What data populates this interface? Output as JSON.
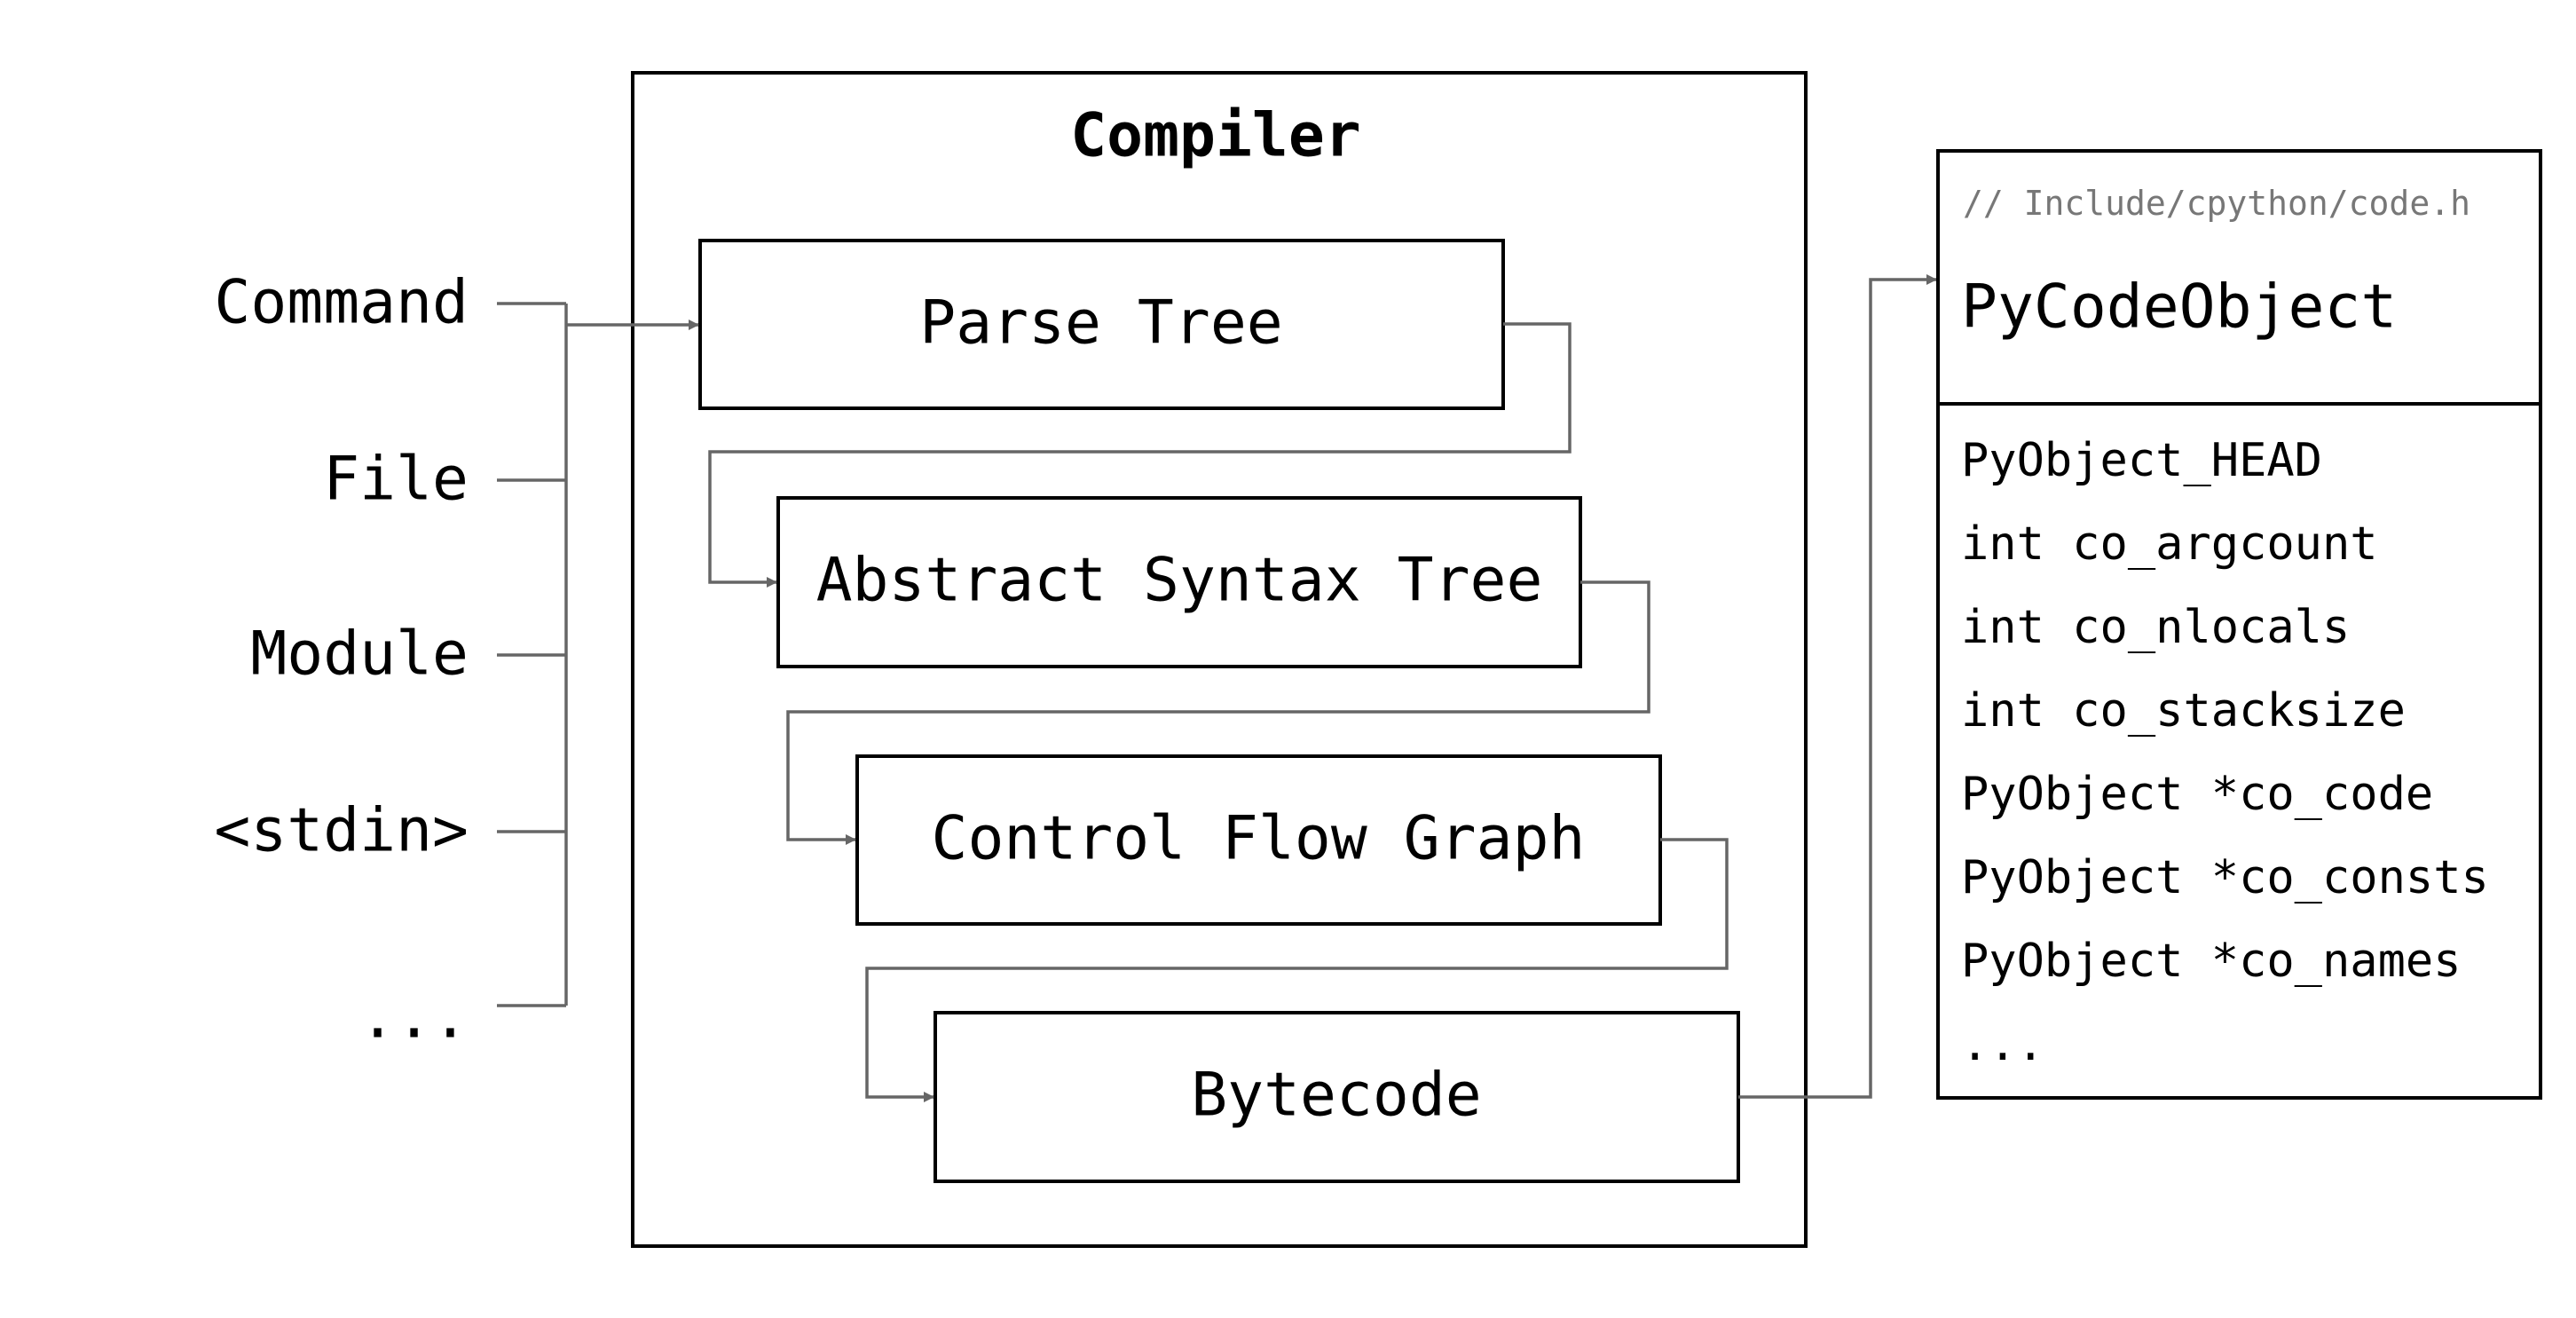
{
  "compiler": {
    "title": "Compiler",
    "stages": [
      "Parse Tree",
      "Abstract Syntax Tree",
      "Control Flow Graph",
      "Bytecode"
    ]
  },
  "sources": [
    "Command",
    "File",
    "Module",
    "<stdin>",
    "..."
  ],
  "code_object": {
    "header_path": "// Include/cpython/code.h",
    "name": "PyCodeObject",
    "fields": [
      "PyObject_HEAD",
      "int co_argcount",
      "int co_nlocals",
      "int co_stacksize",
      "PyObject *co_code",
      "PyObject *co_consts",
      "PyObject *co_names",
      "..."
    ]
  },
  "colors": {
    "box_stroke": "#000000",
    "connector": "#666666",
    "header_path_text": "#777777"
  }
}
